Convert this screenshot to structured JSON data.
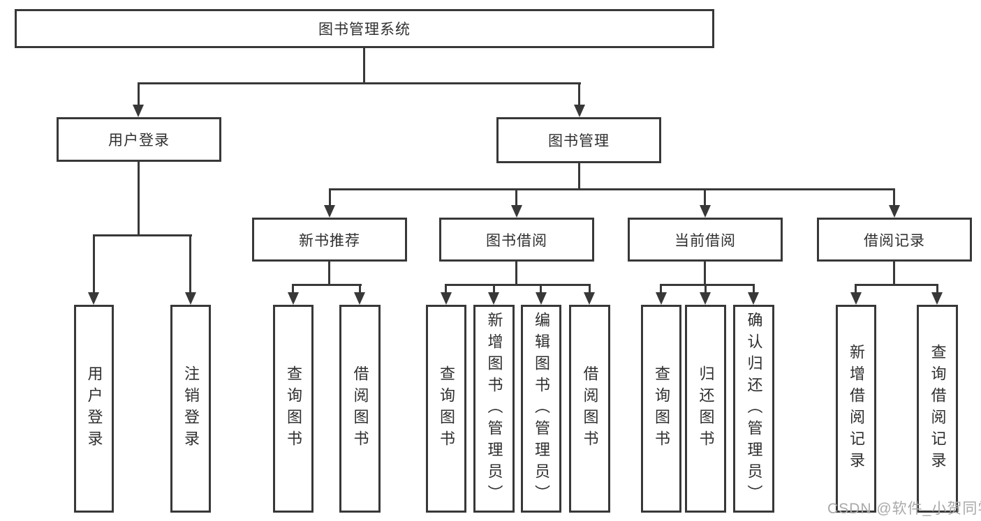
{
  "tree": {
    "label": "图书管理系统",
    "children": [
      {
        "label": "用户登录",
        "children": [
          {
            "label": "用户登录"
          },
          {
            "label": "注销登录"
          }
        ]
      },
      {
        "label": "图书管理",
        "children": [
          {
            "label": "新书推荐",
            "children": [
              {
                "label": "查询图书"
              },
              {
                "label": "借阅图书"
              }
            ]
          },
          {
            "label": "图书借阅",
            "children": [
              {
                "label": "查询图书"
              },
              {
                "label": "新增图书（管理员）"
              },
              {
                "label": "编辑图书（管理员）"
              },
              {
                "label": "借阅图书"
              }
            ]
          },
          {
            "label": "当前借阅",
            "children": [
              {
                "label": "查询图书"
              },
              {
                "label": "归还图书"
              },
              {
                "label": "确认归还（管理员）"
              }
            ]
          },
          {
            "label": "借阅记录",
            "children": [
              {
                "label": "新增借阅记录"
              },
              {
                "label": "查询借阅记录"
              }
            ]
          }
        ]
      }
    ]
  },
  "watermark": {
    "text": "CSDN @软件_小贺同学"
  },
  "colors": {
    "line": "#383838",
    "text": "#2f2f2f",
    "background": "#ffffff",
    "watermark": "#a9a9a9"
  }
}
